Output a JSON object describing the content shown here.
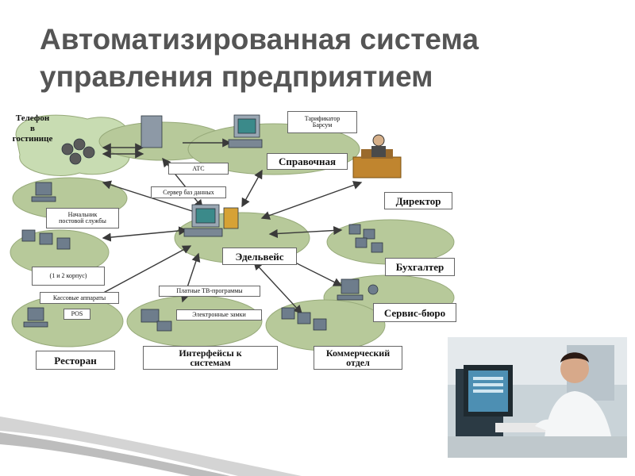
{
  "slide": {
    "title_line1": "Автоматизированная система",
    "title_line2": "управления предприятием"
  },
  "diagram": {
    "hotel_phones": "Телефон\nв\nгостинице",
    "ats": "АТС",
    "db_server": "Сервер баз данных",
    "tarif": "Тарификатор\nБарсум",
    "reception": "Справочная",
    "director": "Директор",
    "guard_chief": "Начальник\nпостовой службы",
    "floors": "(1 и 2 корпус)",
    "edelweiss": "Эдельвейс",
    "accountant": "Бухгалтер",
    "service_bureau": "Сервис-бюро",
    "cash_registers": "Кассовые аппараты",
    "pos": "POS",
    "pay_tv": "Платные ТВ-программы",
    "e_locks": "Электронные замки",
    "restaurant": "Ресторан",
    "interfaces": "Интерфейсы к\nсистемам",
    "commercial": "Коммерческий\nотдел"
  },
  "colors": {
    "ellipse_fill": "#b7c99a",
    "hotel_fill": "#c8dcb2",
    "label_border": "#666666",
    "title_color": "#555555",
    "arrow_color": "#3a3a3a"
  },
  "icons": {
    "photo": "operator-at-computer-photo"
  }
}
